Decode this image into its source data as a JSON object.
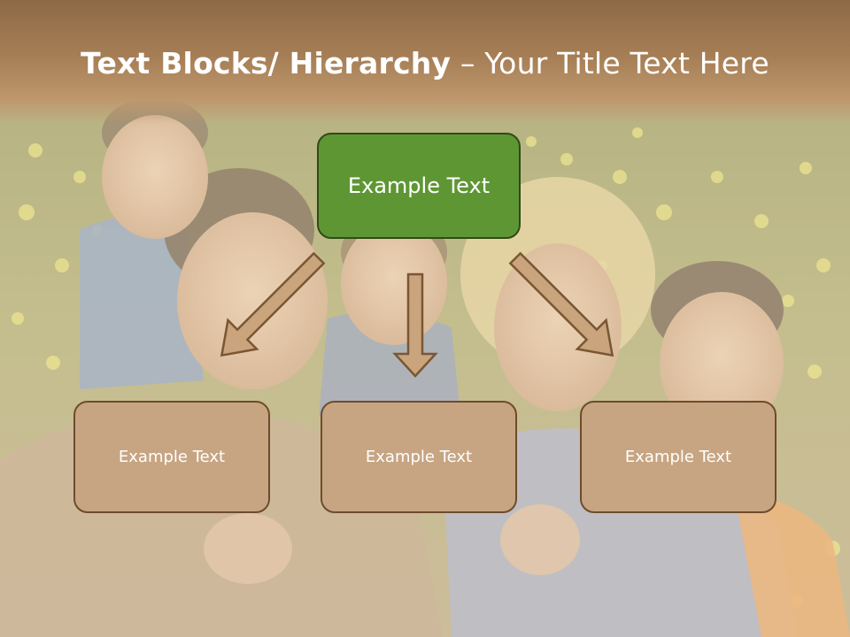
{
  "slide": {
    "title_bold": "Text Blocks/ Hierarchy",
    "title_rest": " – Your Title Text Here"
  },
  "diagram": {
    "top_label": "Example Text",
    "children": [
      "Example Text",
      "Example Text",
      "Example Text"
    ]
  },
  "colors": {
    "title_band": "#a67e55",
    "top_fill": "#5f9634",
    "top_border": "#2f4a18",
    "child_fill": "#c7a582",
    "child_border": "#6e4c2b",
    "arrow_fill": "#c9a47c",
    "arrow_stroke": "#7a5634"
  },
  "background_image": "family-photo-in-dandelion-field"
}
